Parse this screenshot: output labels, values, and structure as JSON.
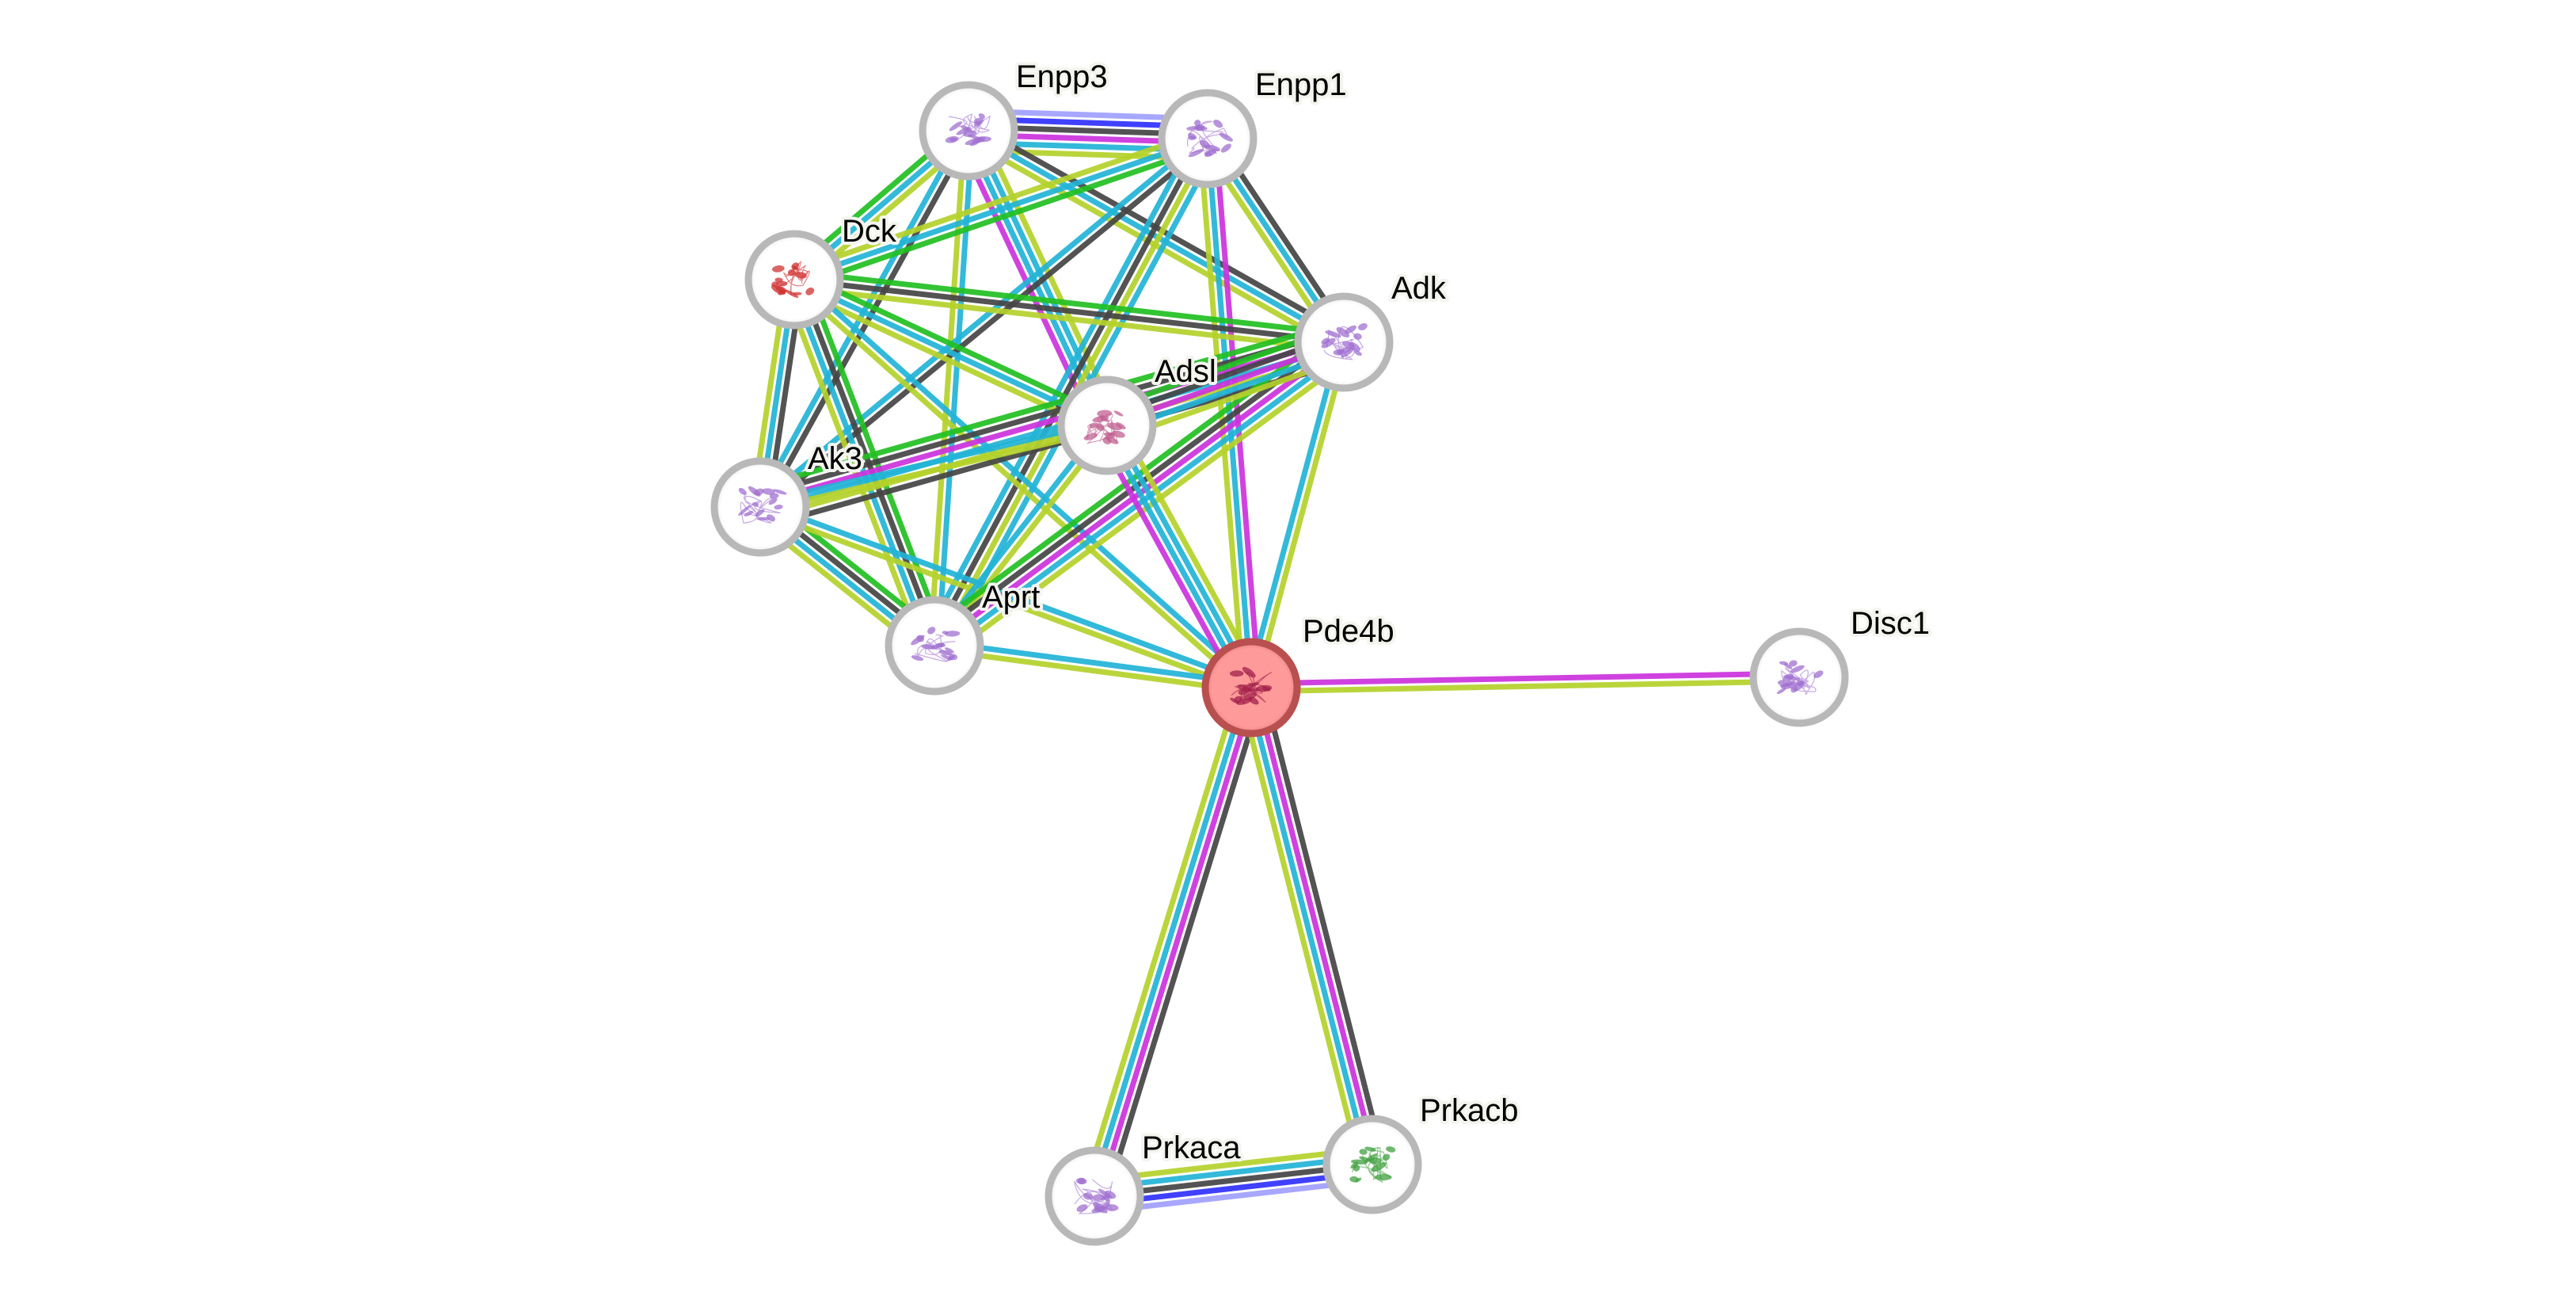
{
  "title": "Protein interaction network",
  "evidence_colors": {
    "database": "#22b4d6",
    "experiments": "#cc33dd",
    "coexpression": "#454545",
    "neighborhood": "#22c022",
    "textmining": "#b5d22b",
    "cooccurrence": "#3030ff",
    "homology": "#a0a0ff"
  },
  "nodes": [
    {
      "id": "Enpp3",
      "label": "Enpp3",
      "query": false,
      "structure_color": "#a070d0"
    },
    {
      "id": "Enpp1",
      "label": "Enpp1",
      "query": false,
      "structure_color": "#a070d0"
    },
    {
      "id": "Dck",
      "label": "Dck",
      "query": false,
      "structure_color": "#d03030"
    },
    {
      "id": "Adk",
      "label": "Adk",
      "query": false,
      "structure_color": "#a070d0"
    },
    {
      "id": "Adsl",
      "label": "Adsl",
      "query": false,
      "structure_color": "#c06090"
    },
    {
      "id": "Ak3",
      "label": "Ak3",
      "query": false,
      "structure_color": "#a070d0"
    },
    {
      "id": "Aprt",
      "label": "Aprt",
      "query": false,
      "structure_color": "#a070d0"
    },
    {
      "id": "Pde4b",
      "label": "Pde4b",
      "query": true,
      "structure_color": "#a0204a"
    },
    {
      "id": "Disc1",
      "label": "Disc1",
      "query": false,
      "structure_color": "#a070d0"
    },
    {
      "id": "Prkaca",
      "label": "Prkaca",
      "query": false,
      "structure_color": "#a070d0"
    },
    {
      "id": "Prkacb",
      "label": "Prkacb",
      "query": false,
      "structure_color": "#40a040"
    }
  ],
  "edges": [
    {
      "source": "Enpp3",
      "target": "Enpp1",
      "evidence": [
        "homology",
        "cooccurrence",
        "coexpression",
        "experiments",
        "database",
        "textmining"
      ]
    },
    {
      "source": "Enpp3",
      "target": "Dck",
      "evidence": [
        "textmining",
        "database",
        "neighborhood"
      ]
    },
    {
      "source": "Enpp3",
      "target": "Ak3",
      "evidence": [
        "coexpression",
        "database"
      ]
    },
    {
      "source": "Enpp3",
      "target": "Aprt",
      "evidence": [
        "database",
        "textmining"
      ]
    },
    {
      "source": "Enpp3",
      "target": "Adsl",
      "evidence": [
        "textmining",
        "database",
        "database",
        "experiments"
      ]
    },
    {
      "source": "Enpp3",
      "target": "Adk",
      "evidence": [
        "coexpression",
        "database",
        "textmining"
      ]
    },
    {
      "source": "Enpp1",
      "target": "Dck",
      "evidence": [
        "neighborhood",
        "database",
        "textmining"
      ]
    },
    {
      "source": "Enpp1",
      "target": "Ak3",
      "evidence": [
        "coexpression",
        "database"
      ]
    },
    {
      "source": "Enpp1",
      "target": "Aprt",
      "evidence": [
        "database",
        "textmining",
        "coexpression",
        "database"
      ]
    },
    {
      "source": "Enpp1",
      "target": "Adk",
      "evidence": [
        "coexpression",
        "database",
        "textmining"
      ]
    },
    {
      "source": "Enpp1",
      "target": "Pde4b",
      "evidence": [
        "experiments",
        "database",
        "textmining"
      ]
    },
    {
      "source": "Dck",
      "target": "Adk",
      "evidence": [
        "neighborhood",
        "coexpression",
        "textmining"
      ]
    },
    {
      "source": "Dck",
      "target": "Adsl",
      "evidence": [
        "neighborhood",
        "database",
        "textmining"
      ]
    },
    {
      "source": "Dck",
      "target": "Ak3",
      "evidence": [
        "coexpression",
        "database",
        "textmining"
      ]
    },
    {
      "source": "Dck",
      "target": "Aprt",
      "evidence": [
        "neighborhood",
        "coexpression",
        "database",
        "textmining"
      ]
    },
    {
      "source": "Dck",
      "target": "Pde4b",
      "evidence": [
        "database",
        "textmining"
      ]
    },
    {
      "source": "Ak3",
      "target": "Adk",
      "evidence": [
        "neighborhood",
        "coexpression",
        "experiments",
        "database",
        "textmining",
        "coexpression"
      ]
    },
    {
      "source": "Ak3",
      "target": "Adsl",
      "evidence": [
        "database",
        "textmining"
      ]
    },
    {
      "source": "Ak3",
      "target": "Aprt",
      "evidence": [
        "neighborhood",
        "coexpression",
        "database",
        "textmining"
      ]
    },
    {
      "source": "Ak3",
      "target": "Pde4b",
      "evidence": [
        "database",
        "textmining"
      ]
    },
    {
      "source": "Aprt",
      "target": "Adsl",
      "evidence": [
        "database",
        "textmining"
      ]
    },
    {
      "source": "Aprt",
      "target": "Adk",
      "evidence": [
        "neighborhood",
        "coexpression",
        "experiments",
        "database",
        "textmining"
      ]
    },
    {
      "source": "Aprt",
      "target": "Pde4b",
      "evidence": [
        "database",
        "textmining"
      ]
    },
    {
      "source": "Adsl",
      "target": "Adk",
      "evidence": [
        "neighborhood",
        "coexpression",
        "experiments",
        "database",
        "textmining"
      ]
    },
    {
      "source": "Adsl",
      "target": "Pde4b",
      "evidence": [
        "textmining",
        "database",
        "database",
        "experiments"
      ]
    },
    {
      "source": "Adk",
      "target": "Pde4b",
      "evidence": [
        "textmining",
        "database"
      ]
    },
    {
      "source": "Pde4b",
      "target": "Disc1",
      "evidence": [
        "experiments",
        "textmining"
      ]
    },
    {
      "source": "Pde4b",
      "target": "Prkaca",
      "evidence": [
        "coexpression",
        "experiments",
        "database",
        "textmining"
      ]
    },
    {
      "source": "Pde4b",
      "target": "Prkacb",
      "evidence": [
        "coexpression",
        "experiments",
        "database",
        "textmining"
      ]
    },
    {
      "source": "Prkaca",
      "target": "Prkacb",
      "evidence": [
        "textmining",
        "database",
        "coexpression",
        "cooccurrence",
        "homology"
      ]
    }
  ]
}
